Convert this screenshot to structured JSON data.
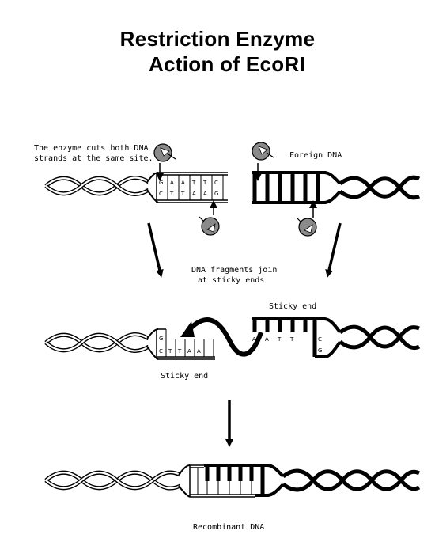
{
  "title": {
    "line1": "Restriction Enzyme",
    "line2": "Action of EcoRI"
  },
  "labels": {
    "enzyme_cut_line1": "The enzyme cuts both DNA",
    "enzyme_cut_line2": "strands at the same site.",
    "foreign_dna": "Foreign DNA",
    "fragments_join_line1": "DNA fragments join",
    "fragments_join_line2": "at sticky ends",
    "sticky_end_top": "Sticky end",
    "sticky_end_bottom": "Sticky end",
    "recombinant_dna": "Recombinant DNA"
  },
  "bases": {
    "top_strand": [
      "G",
      "A",
      "A",
      "T",
      "T",
      "C"
    ],
    "bottom_strand": [
      "C",
      "T",
      "T",
      "A",
      "A",
      "G"
    ],
    "right_sticky": [
      "A",
      "A",
      "T",
      "T",
      "C"
    ],
    "right_sticky_bottom": "G",
    "left_sticky_top": "G",
    "left_sticky": [
      "C",
      "T",
      "T",
      "A",
      "A"
    ]
  },
  "colors": {
    "ink": "#000000",
    "enzyme": "#8a8a8a",
    "paper": "#ffffff"
  },
  "icons": [
    "enzyme-icon",
    "dna-helix",
    "arrow-down"
  ]
}
